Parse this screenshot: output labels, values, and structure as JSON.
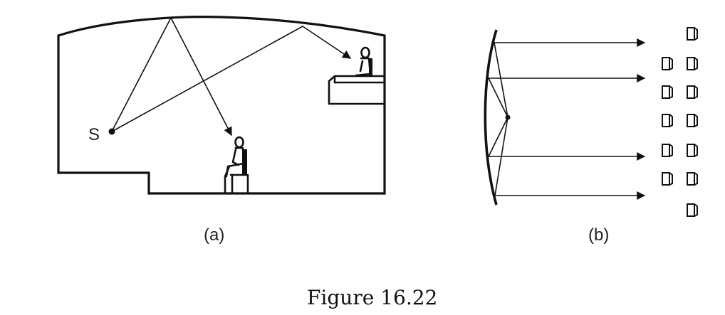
{
  "diagram": {
    "source_label": "S",
    "panel_a_label": "(a)",
    "panel_b_label": "(b)",
    "caption": "Figure 16.22"
  }
}
